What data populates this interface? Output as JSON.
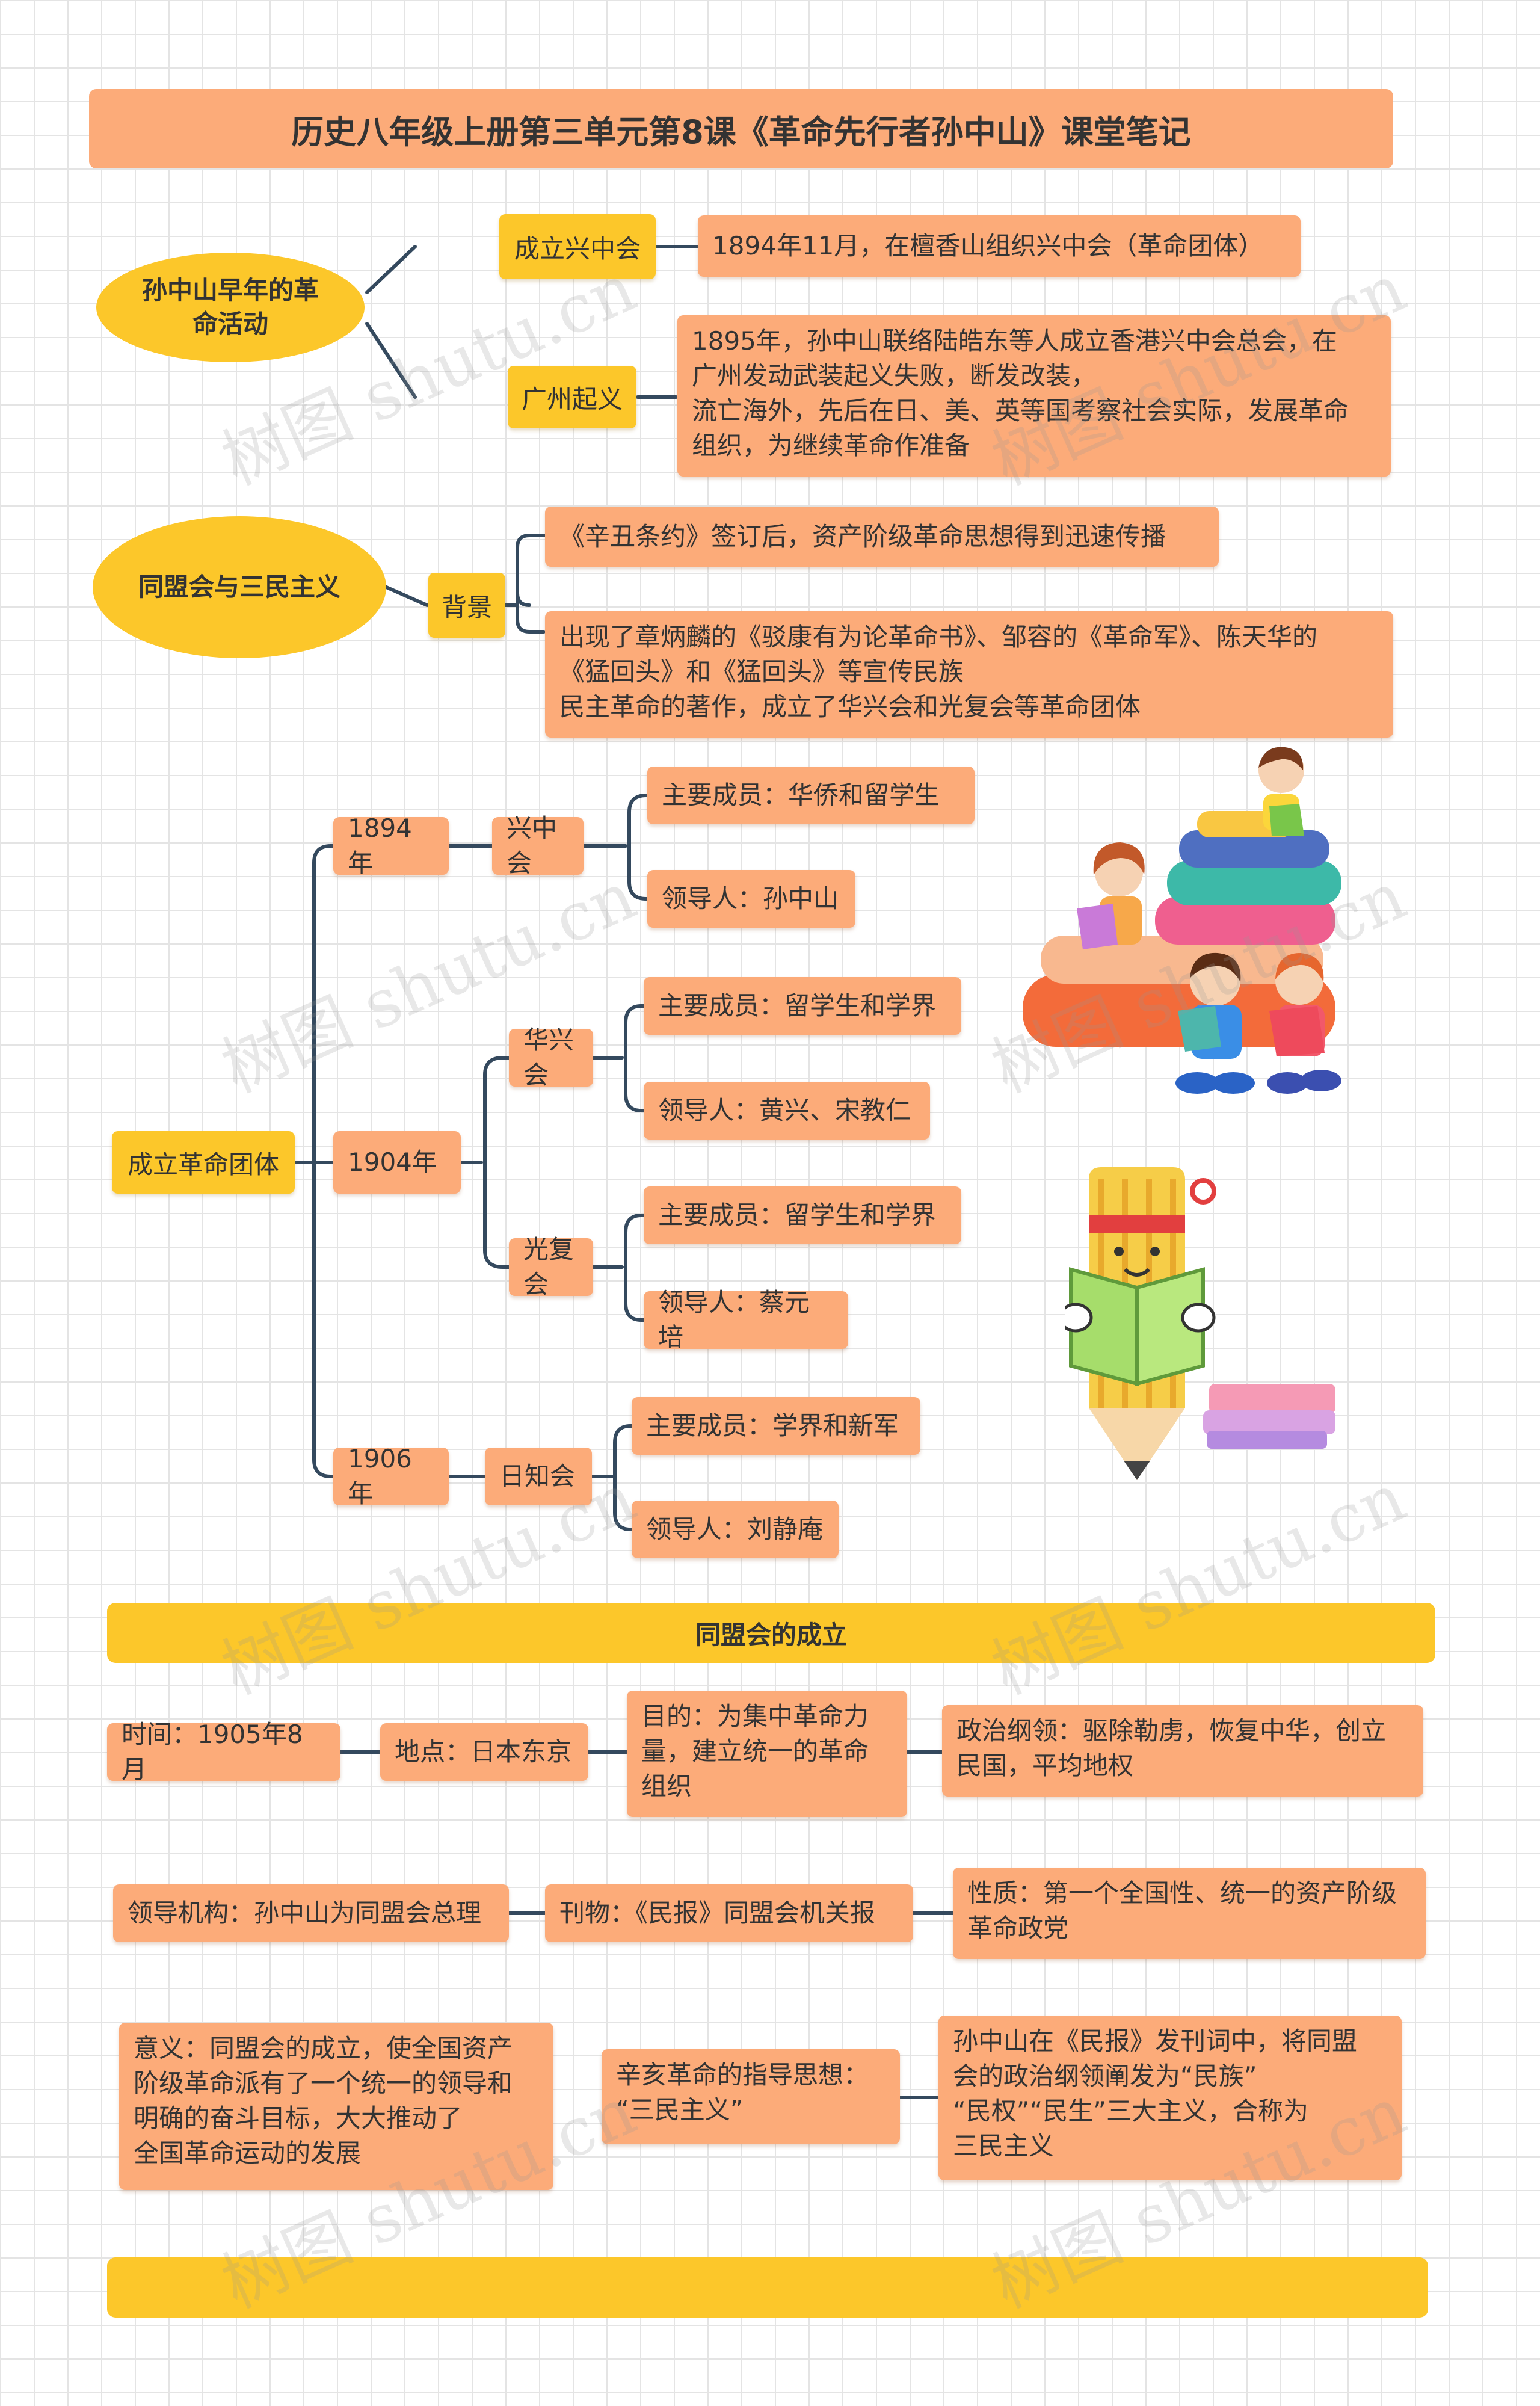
{
  "title": "历史八年级上册第三单元第8课《革命先行者孙中山》课堂笔记",
  "section1": {
    "label": "孙中山早年的革\n命活动",
    "b1_label": "成立兴中会",
    "b1_text": "1894年11月，在檀香山组织兴中会（革命团体）",
    "b2_label": "广州起义",
    "b2_text": "1895年，孙中山联络陆皓东等人成立香港兴中会总会，在\n广州发动武装起义失败，断发改装，\n流亡海外，先后在日、美、英等国考察社会实际，发展革命\n组织，为继续革命作准备"
  },
  "section2": {
    "label": "同盟会与三民主义",
    "bg_label": "背景",
    "bg1": "《辛丑条约》签订后，资产阶级革命思想得到迅速传播",
    "bg2": "出现了章炳麟的《驳康有为论革命书》、邹容的《革命军》、陈天华的\n《猛回头》和《猛回头》等宣传民族\n民主革命的著作，成立了华兴会和光复会等革命团体"
  },
  "section3": {
    "label": "成立革命团体",
    "y1894": "1894年",
    "xzh": "兴中会",
    "xzh_m": "主要成员：华侨和留学生",
    "xzh_l": "领导人：孙中山",
    "y1904": "1904年",
    "hxh": "华兴会",
    "hxh_m": "主要成员：留学生和学界",
    "hxh_l": "领导人：黄兴、宋教仁",
    "gfh": "光复会",
    "gfh_m": "主要成员：留学生和学界",
    "gfh_l": "领导人：蔡元培",
    "y1906": "1906年",
    "rzh": "日知会",
    "rzh_m": "主要成员：学界和新军",
    "rzh_l": "领导人：刘静庵"
  },
  "section4": {
    "header": "同盟会的成立",
    "time": "时间：1905年8月",
    "place": "地点：日本东京",
    "purpose": "目的：为集中革命力\n量，建立统一的革命\n组织",
    "program": "政治纲领：驱除勒虏，恢复中华，创立\n民国，平均地权",
    "leader": "领导机构：孙中山为同盟会总理",
    "journal": "刊物：《民报》同盟会机关报",
    "nature": "性质：第一个全国性、统一的资产阶级\n革命政党",
    "meaning": "意义：同盟会的成立，使全国资产\n阶级革命派有了一个统一的领导和\n明确的奋斗目标，大大推动了\n全国革命运动的发展",
    "guide": "辛亥革命的指导思想：\n“三民主义”",
    "sanmin": "孙中山在《民报》发刊词中，将同盟\n会的政治纲领阐发为“民族”\n“民权”“民生”三大主义，合称为\n三民主义"
  },
  "watermark": "树图 shutu.cn",
  "colors": {
    "orange": "#fcab79",
    "yellow": "#fcc72a",
    "line": "#34495e"
  }
}
